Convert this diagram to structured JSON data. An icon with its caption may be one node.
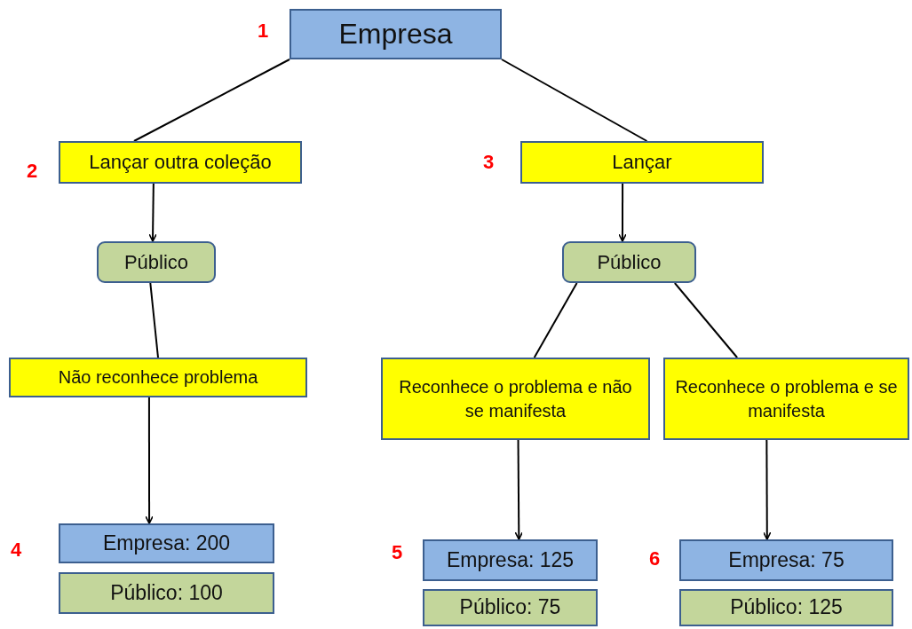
{
  "diagram": {
    "nodes": [
      {
        "text": [
          "Empresa"
        ],
        "beside": [
          "1"
        ]
      },
      {
        "text": [
          "Lançar outra coleção"
        ],
        "beside": [
          "2"
        ]
      },
      {
        "text": [
          "Lançar"
        ],
        "beside": [
          "3"
        ]
      },
      {
        "text": [
          "Público"
        ]
      },
      {
        "text": [
          "Público"
        ]
      },
      {
        "text": [
          "Não reconhece problema"
        ]
      },
      {
        "text": [
          "Reconhece o problema e não se manifesta"
        ]
      },
      {
        "text": [
          "Reconhece o problema e se manifesta"
        ]
      },
      {
        "text": [
          "Empresa: 200"
        ],
        "beside": [
          "4"
        ]
      },
      {
        "text": [
          "Público: 100"
        ]
      },
      {
        "text": [
          "Empresa: 125"
        ],
        "beside": [
          "5"
        ]
      },
      {
        "text": [
          "Público: 75"
        ]
      },
      {
        "text": [
          "Empresa: 75"
        ],
        "beside": [
          "6"
        ]
      },
      {
        "text": [
          "Público: 125"
        ]
      }
    ],
    "edges": [
      {
        "from": 0,
        "to": 1,
        "arrow": "none"
      },
      {
        "from": 0,
        "to": 2,
        "arrow": "none"
      },
      {
        "from": 1,
        "to": 3,
        "arrow": "to"
      },
      {
        "from": 2,
        "to": 4,
        "arrow": "to"
      },
      {
        "from": 3,
        "to": 5,
        "arrow": "none"
      },
      {
        "from": 4,
        "to": 6,
        "arrow": "none"
      },
      {
        "from": 4,
        "to": 7,
        "arrow": "none"
      },
      {
        "from": 5,
        "to": 8,
        "arrow": "to"
      },
      {
        "from": 6,
        "to": 10,
        "arrow": "to"
      },
      {
        "from": 7,
        "to": 12,
        "arrow": "to"
      }
    ]
  }
}
